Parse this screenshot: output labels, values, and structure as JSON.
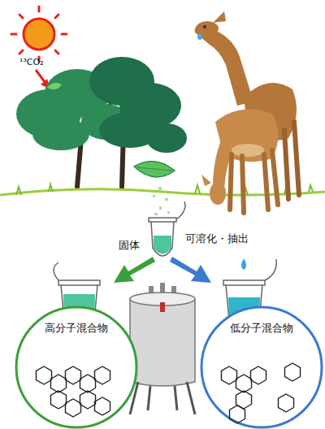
{
  "diagram": {
    "nodes": [
      {
        "text": [
          "高分子混合物"
        ]
      },
      {
        "text": [
          "低分子混合物"
        ]
      }
    ],
    "labels": [
      "¹³CO₂",
      "固体",
      "可溶化・抽出"
    ]
  }
}
